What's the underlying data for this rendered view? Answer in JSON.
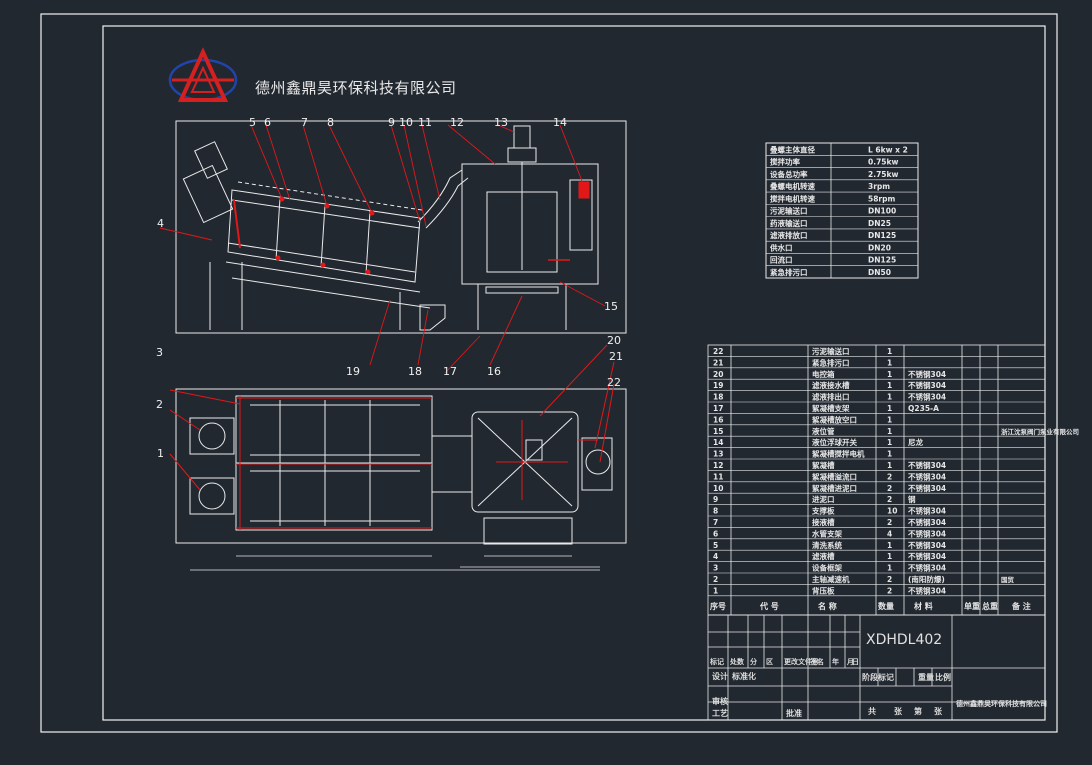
{
  "company": "德州鑫鼎昊环保科技有限公司",
  "drawing_number": "XDHDL402",
  "title_block_company": "德州鑫鼎昊环保科技有限公司",
  "colors": {
    "background": "#212830",
    "frame": "#f2f2f2",
    "leader": "#e21818",
    "logo_red": "#d42020",
    "logo_blue": "#2244aa"
  },
  "callouts_top": [
    "5",
    "6",
    "7",
    "8",
    "9",
    "10",
    "11",
    "12",
    "13",
    "14"
  ],
  "callouts_side": [
    "4",
    "15",
    "19",
    "18",
    "17",
    "16"
  ],
  "callouts_plan": [
    "3",
    "2",
    "1",
    "20",
    "21",
    "22"
  ],
  "spec_table": [
    {
      "label": "叠螺主体直径",
      "value": "L 6kw x 2"
    },
    {
      "label": "搅拌功率",
      "value": "0.75kw"
    },
    {
      "label": "设备总功率",
      "value": "2.75kw"
    },
    {
      "label": "叠螺电机转速",
      "value": "3rpm"
    },
    {
      "label": "搅拌电机转速",
      "value": "58rpm"
    },
    {
      "label": "污泥输送口",
      "value": "DN100"
    },
    {
      "label": "药液输送口",
      "value": "DN25"
    },
    {
      "label": "滤液排放口",
      "value": "DN125"
    },
    {
      "label": "供水口",
      "value": "DN20"
    },
    {
      "label": "回流口",
      "value": "DN125"
    },
    {
      "label": "紧急排污口",
      "value": "DN50"
    }
  ],
  "bom": [
    {
      "no": "22",
      "name": "污泥输送口",
      "qty": "1",
      "mat": "",
      "rem": ""
    },
    {
      "no": "21",
      "name": "紧急排污口",
      "qty": "1",
      "mat": "",
      "rem": ""
    },
    {
      "no": "20",
      "name": "电控箱",
      "qty": "1",
      "mat": "不锈钢304",
      "rem": ""
    },
    {
      "no": "19",
      "name": "滤液接水槽",
      "qty": "1",
      "mat": "不锈钢304",
      "rem": ""
    },
    {
      "no": "18",
      "name": "滤液排出口",
      "qty": "1",
      "mat": "不锈钢304",
      "rem": ""
    },
    {
      "no": "17",
      "name": "絮凝槽支架",
      "qty": "1",
      "mat": "Q235-A",
      "rem": ""
    },
    {
      "no": "16",
      "name": "絮凝槽放空口",
      "qty": "1",
      "mat": "",
      "rem": ""
    },
    {
      "no": "15",
      "name": "液位管",
      "qty": "1",
      "mat": "",
      "rem": "浙江沈泵阀门泵业有限公司"
    },
    {
      "no": "14",
      "name": "液位浮球开关",
      "qty": "1",
      "mat": "尼龙",
      "rem": ""
    },
    {
      "no": "13",
      "name": "絮凝槽搅拌电机",
      "qty": "1",
      "mat": "",
      "rem": ""
    },
    {
      "no": "12",
      "name": "絮凝槽",
      "qty": "1",
      "mat": "不锈钢304",
      "rem": ""
    },
    {
      "no": "11",
      "name": "絮凝槽溢流口",
      "qty": "2",
      "mat": "不锈钢304",
      "rem": ""
    },
    {
      "no": "10",
      "name": "絮凝槽进泥口",
      "qty": "2",
      "mat": "不锈钢304",
      "rem": ""
    },
    {
      "no": "9",
      "name": "进泥口",
      "qty": "2",
      "mat": "钢",
      "rem": ""
    },
    {
      "no": "8",
      "name": "支撑板",
      "qty": "10",
      "mat": "不锈钢304",
      "rem": ""
    },
    {
      "no": "7",
      "name": "接液槽",
      "qty": "2",
      "mat": "不锈钢304",
      "rem": ""
    },
    {
      "no": "6",
      "name": "水管支架",
      "qty": "4",
      "mat": "不锈钢304",
      "rem": ""
    },
    {
      "no": "5",
      "name": "清洗系统",
      "qty": "1",
      "mat": "不锈钢304",
      "rem": ""
    },
    {
      "no": "4",
      "name": "滤液槽",
      "qty": "1",
      "mat": "不锈钢304",
      "rem": ""
    },
    {
      "no": "3",
      "name": "设备框架",
      "qty": "1",
      "mat": "不锈钢304",
      "rem": ""
    },
    {
      "no": "2",
      "name": "主轴减速机",
      "qty": "2",
      "mat": "(南阳防爆)",
      "rem": "国贸"
    },
    {
      "no": "1",
      "name": "背压板",
      "qty": "2",
      "mat": "不锈钢304",
      "rem": ""
    }
  ],
  "bom_header": [
    "序号",
    "代 号",
    "名 称",
    "数量",
    "材 料",
    "单重",
    "总重",
    "备 注"
  ],
  "title_block": {
    "row1": [
      "标记",
      "处数",
      "分",
      "区",
      "更改文件号",
      "签名",
      "年",
      "月",
      "日"
    ],
    "design": "设计",
    "std": "标准化",
    "stage": "阶段标记",
    "weight": "重量",
    "ratio": "比例",
    "review": "审核",
    "process": "工艺",
    "approve": "批准",
    "total": "共",
    "sheet": "张",
    "page": "第",
    "page2": "张"
  }
}
